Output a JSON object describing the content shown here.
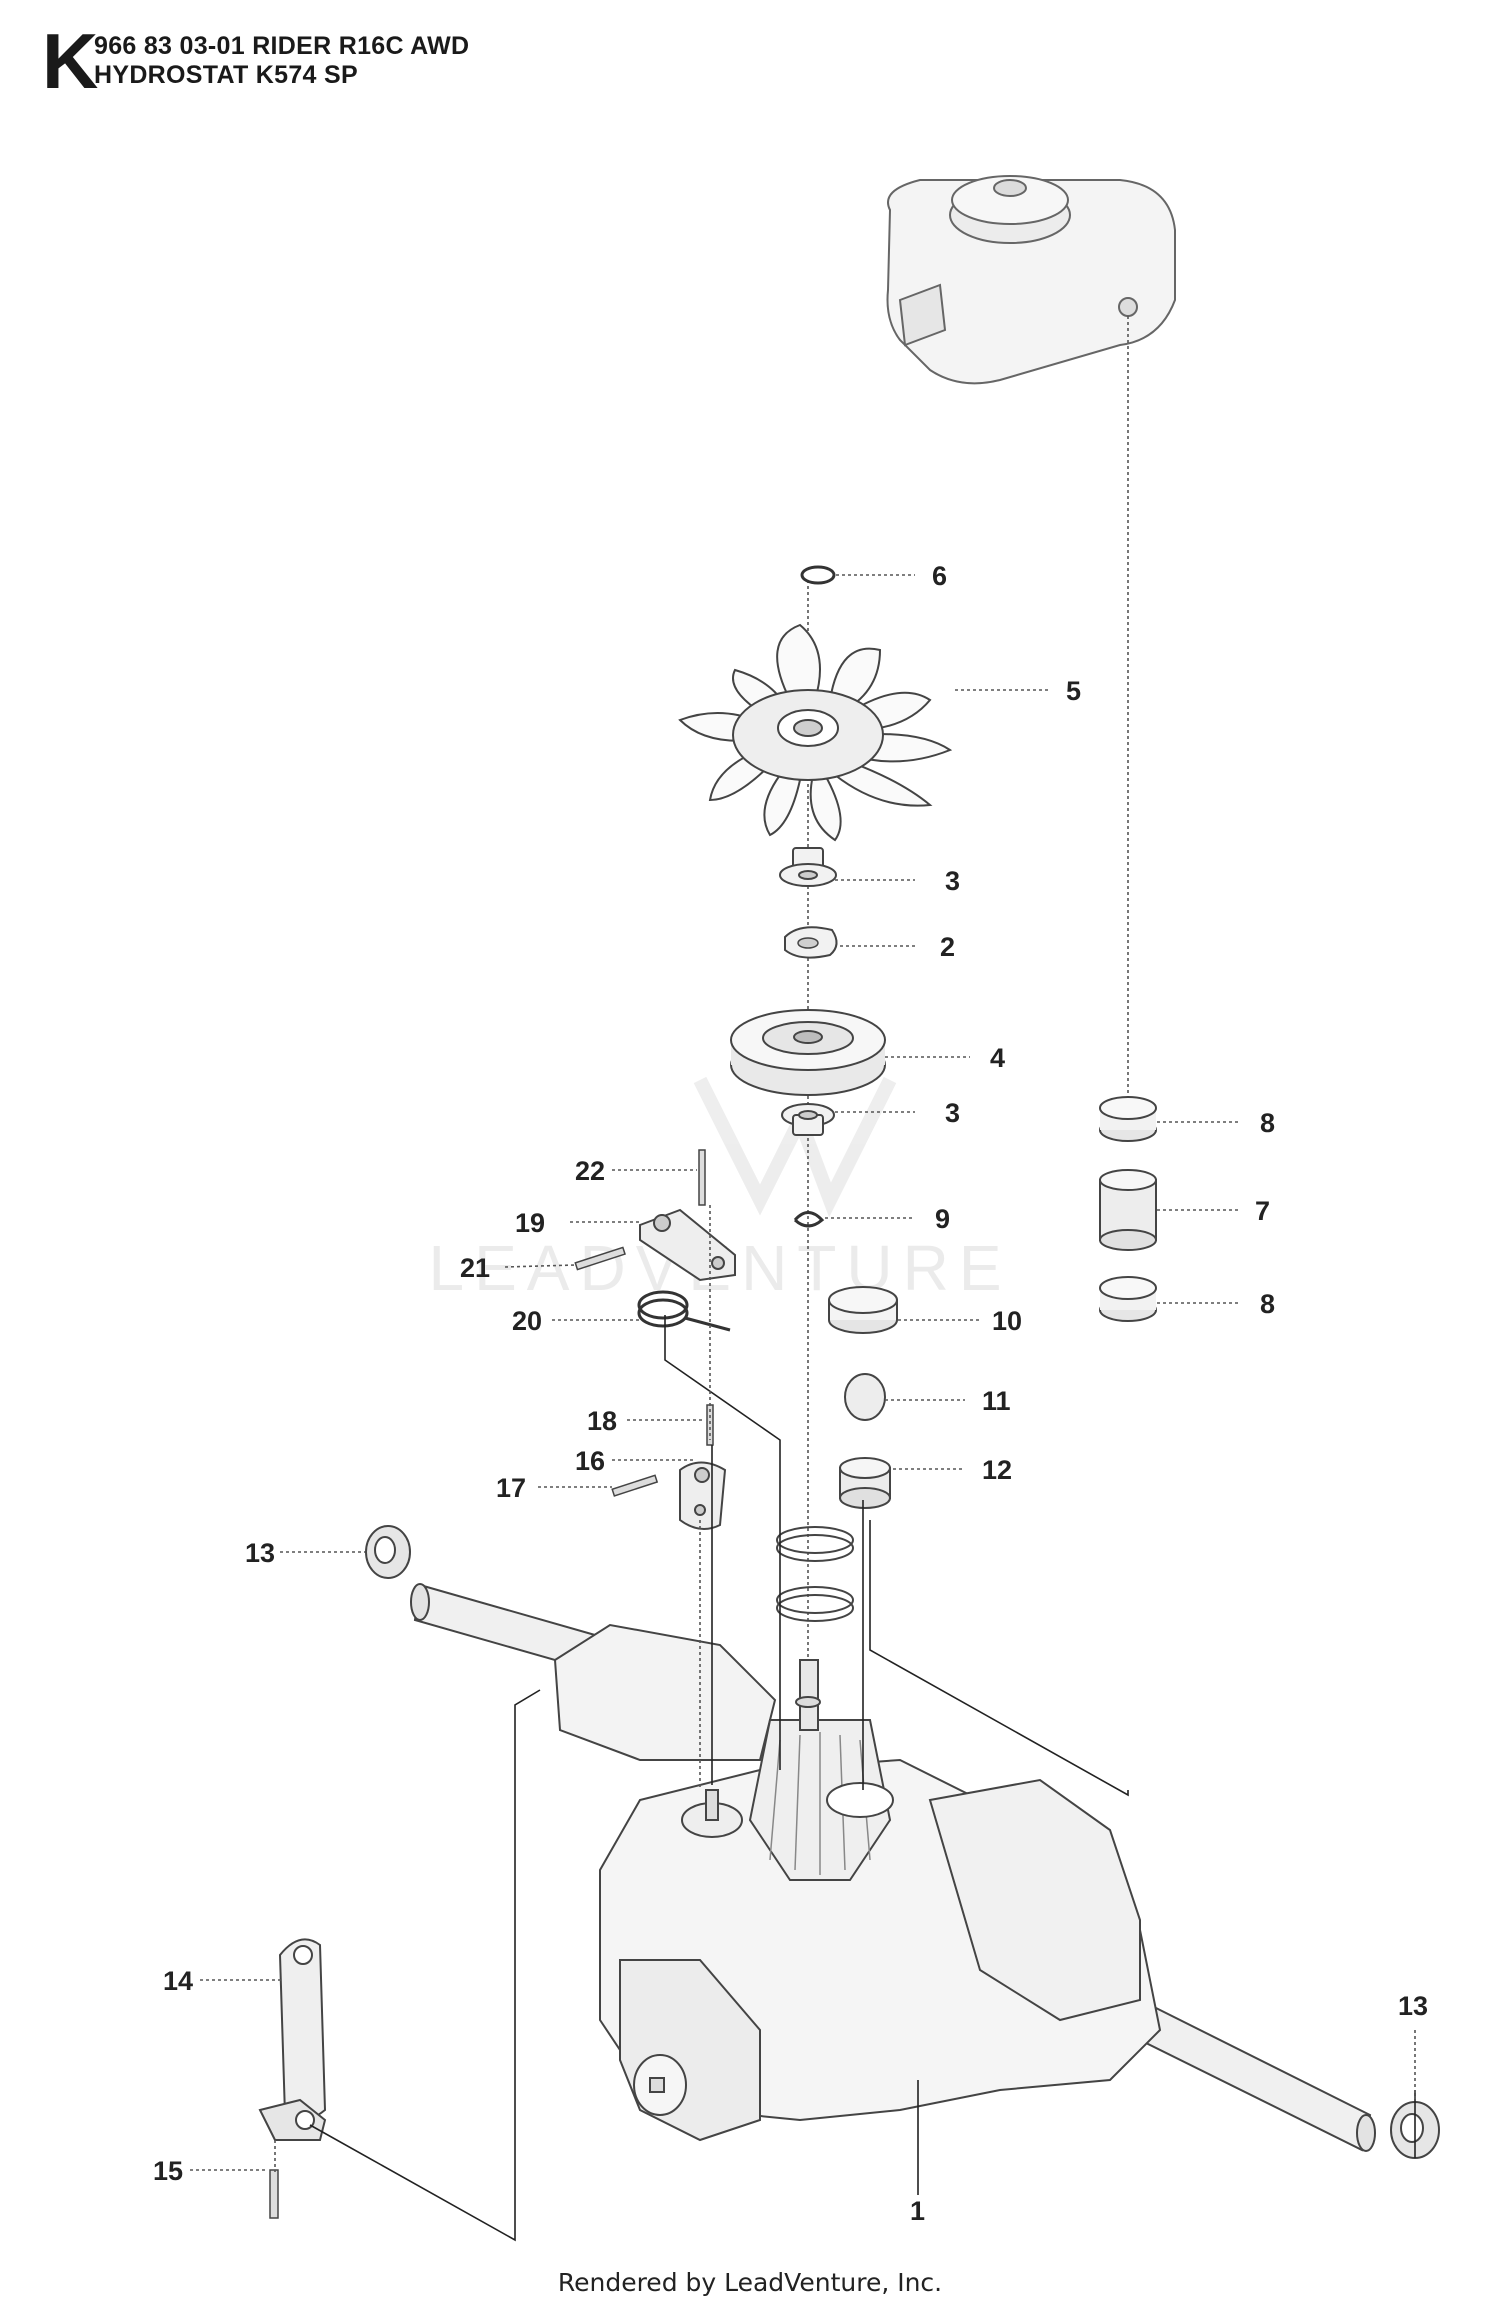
{
  "header": {
    "section_letter": "K",
    "line1": "966 83 03-01 RIDER R16C AWD",
    "line2": "HYDROSTAT K574 SP"
  },
  "footer": {
    "credit": "Rendered by LeadVenture, Inc."
  },
  "watermark": {
    "text": "LEADVENTURE"
  },
  "callouts": [
    {
      "id": "c6",
      "label": "6"
    },
    {
      "id": "c5",
      "label": "5"
    },
    {
      "id": "c3a",
      "label": "3"
    },
    {
      "id": "c2",
      "label": "2"
    },
    {
      "id": "c4",
      "label": "4"
    },
    {
      "id": "c3b",
      "label": "3"
    },
    {
      "id": "c9",
      "label": "9"
    },
    {
      "id": "c22",
      "label": "22"
    },
    {
      "id": "c19",
      "label": "19"
    },
    {
      "id": "c21",
      "label": "21"
    },
    {
      "id": "c20",
      "label": "20"
    },
    {
      "id": "c10",
      "label": "10"
    },
    {
      "id": "c11",
      "label": "11"
    },
    {
      "id": "c18",
      "label": "18"
    },
    {
      "id": "c16",
      "label": "16"
    },
    {
      "id": "c17",
      "label": "17"
    },
    {
      "id": "c12",
      "label": "12"
    },
    {
      "id": "c8a",
      "label": "8"
    },
    {
      "id": "c7",
      "label": "7"
    },
    {
      "id": "c8b",
      "label": "8"
    },
    {
      "id": "c13a",
      "label": "13"
    },
    {
      "id": "c13b",
      "label": "13"
    },
    {
      "id": "c14",
      "label": "14"
    },
    {
      "id": "c15",
      "label": "15"
    },
    {
      "id": "c1",
      "label": "1"
    }
  ]
}
